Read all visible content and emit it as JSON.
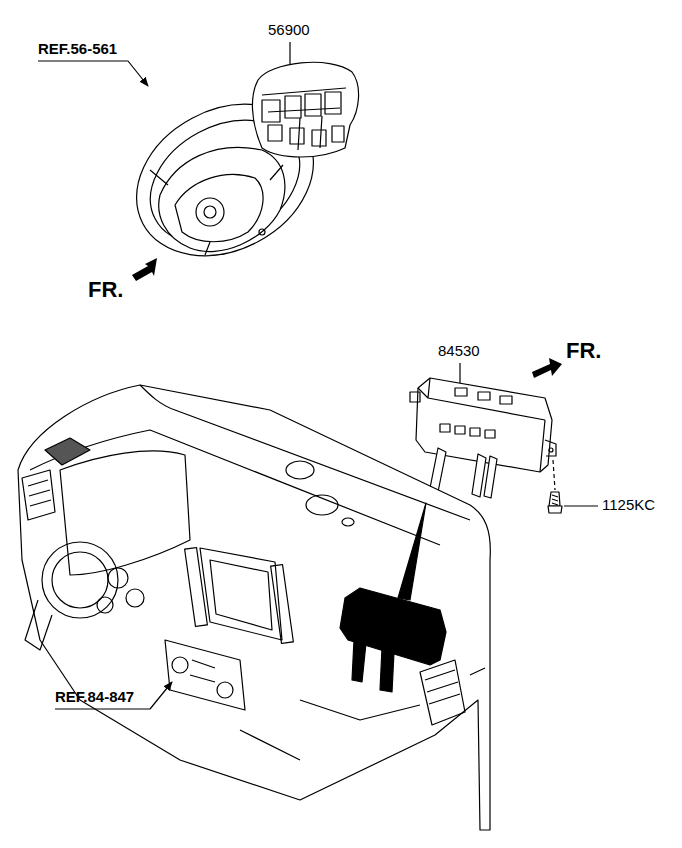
{
  "diagram": {
    "labels": [
      "REF.56-561",
      "56900",
      "FR.",
      "84530",
      "FR.",
      "1125KC",
      "REF.84-847"
    ]
  }
}
